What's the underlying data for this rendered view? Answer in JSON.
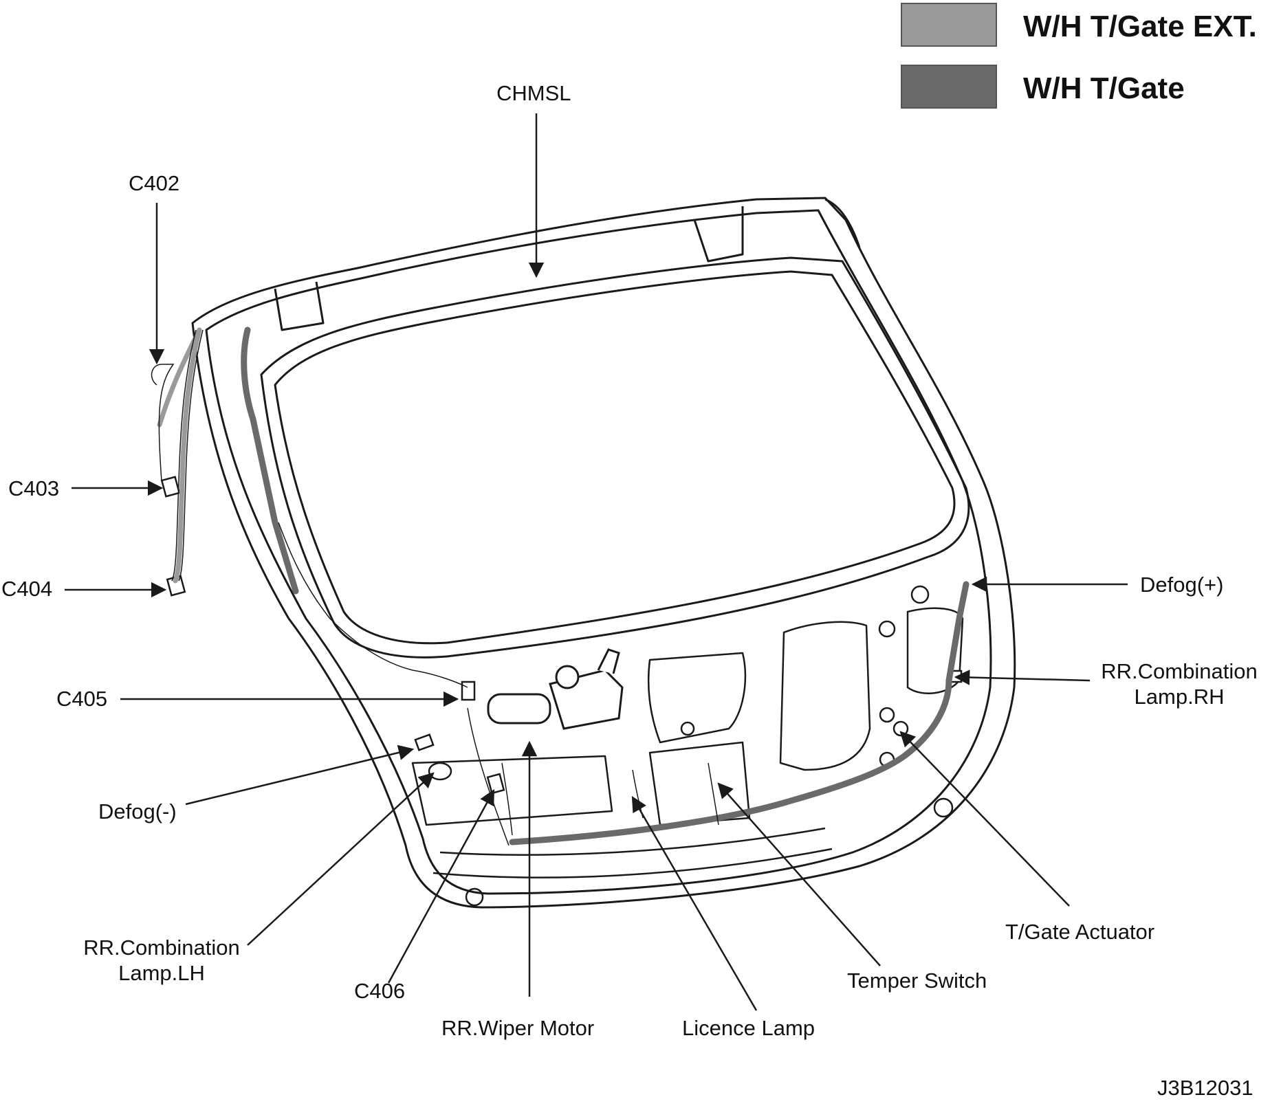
{
  "legend": {
    "items": [
      {
        "label": "W/H T/Gate EXT.",
        "color": "#9a9a9a"
      },
      {
        "label": "W/H T/Gate",
        "color": "#6a6a6a"
      }
    ]
  },
  "callouts": {
    "chmsl": "CHMSL",
    "c402": "C402",
    "c403": "C403",
    "c404": "C404",
    "c405": "C405",
    "defog_minus": "Defog(-)",
    "defog_plus": "Defog(+)",
    "rr_combination_lamp_rh_line1": "RR.Combination",
    "rr_combination_lamp_rh_line2": "Lamp.RH",
    "rr_combination_lamp_lh_line1": "RR.Combination",
    "rr_combination_lamp_lh_line2": "Lamp.LH",
    "c406": "C406",
    "rr_wiper_motor": "RR.Wiper Motor",
    "licence_lamp": "Licence Lamp",
    "temper_switch": "Temper Switch",
    "tgate_actuator": "T/Gate Actuator"
  },
  "reference_code": "J3B12031",
  "colors": {
    "line": "#1a1a1a",
    "harness_ext": "#9a9a9a",
    "harness_main": "#6a6a6a"
  }
}
